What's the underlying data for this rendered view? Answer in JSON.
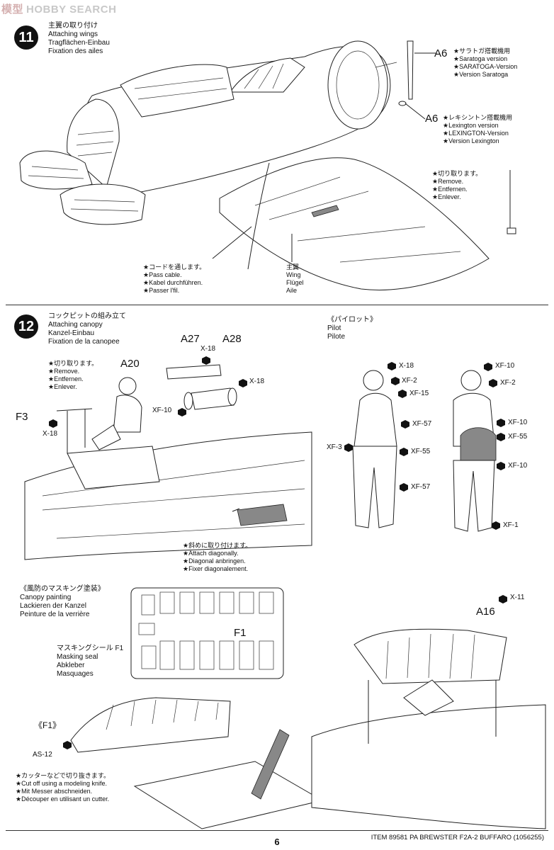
{
  "watermark": {
    "chinese": "模型",
    "text": "HOBBY SEARCH"
  },
  "step11": {
    "number": "11",
    "title": [
      "主翼の取り付け",
      "Attaching wings",
      "Tragflächen-Einbau",
      "Fixation des ailes"
    ],
    "a6_saratoga": {
      "part": "A6",
      "lines": [
        "★サラトガ搭載機用",
        "★Saratoga version",
        "★SARATOGA-Version",
        "★Version Saratoga"
      ]
    },
    "a6_lexington": {
      "part": "A6",
      "lines": [
        "★レキシントン搭載機用",
        "★Lexington version",
        "★LEXINGTON-Version",
        "★Version Lexington"
      ]
    },
    "remove": [
      "★切り取ります。",
      "★Remove.",
      "★Entfernen.",
      "★Enlever."
    ],
    "pass_cable": [
      "★コードを通します。",
      "★Pass cable.",
      "★Kabel durchführen.",
      "★Passer l'fil."
    ],
    "wing": [
      "主翼",
      "Wing",
      "Flügel",
      "Aile"
    ]
  },
  "step12": {
    "number": "12",
    "title": [
      "コックピットの組み立て",
      "Attaching canopy",
      "Kanzel-Einbau",
      "Fixation de la canopee"
    ],
    "remove": [
      "★切り取ります。",
      "★Remove.",
      "★Entfernen.",
      "★Enlever."
    ],
    "parts": {
      "a20": "A20",
      "a27": "A27",
      "a28": "A28",
      "f3": "F3",
      "a16": "A16",
      "f1": "F1"
    },
    "colors": {
      "x18a": "X-18",
      "x18b": "X-18",
      "x18c": "X-18",
      "xf10": "XF-10"
    },
    "attach_diag": [
      "★斜めに取り付けます。",
      "★Attach diagonally.",
      "★Diagonal anbringen.",
      "★Fixer diagonalement."
    ],
    "pilot": {
      "title": [
        "《パイロット》",
        "Pilot",
        "Pilote"
      ],
      "front_colors": [
        "X-18",
        "XF-2",
        "XF-15",
        "XF-57",
        "XF-3",
        "XF-55",
        "XF-57"
      ],
      "back_colors": [
        "XF-10",
        "XF-2",
        "XF-10",
        "XF-55",
        "XF-10",
        "XF-1"
      ]
    },
    "canopy_painting": {
      "title": [
        "《風防のマスキング塗装》",
        "Canopy painting",
        "Lackieren der Kanzel",
        "Peinture de la verrière"
      ],
      "masking": [
        "マスキングシール F1",
        "Masking seal",
        "Abkleber",
        "Masquages"
      ],
      "f1_label": "《F1》",
      "as12": "AS-12",
      "cut_off": [
        "★カッターなどで切り抜きます。",
        "★Cut off using a modeling knife.",
        "★Mit Messer abschneiden.",
        "★Découper en utilisant un cutter."
      ],
      "x11": "X-11"
    }
  },
  "footer": {
    "item": "ITEM 89581  PA BREWSTER F2A-2 BUFFARO (1056255)",
    "page": "6"
  }
}
